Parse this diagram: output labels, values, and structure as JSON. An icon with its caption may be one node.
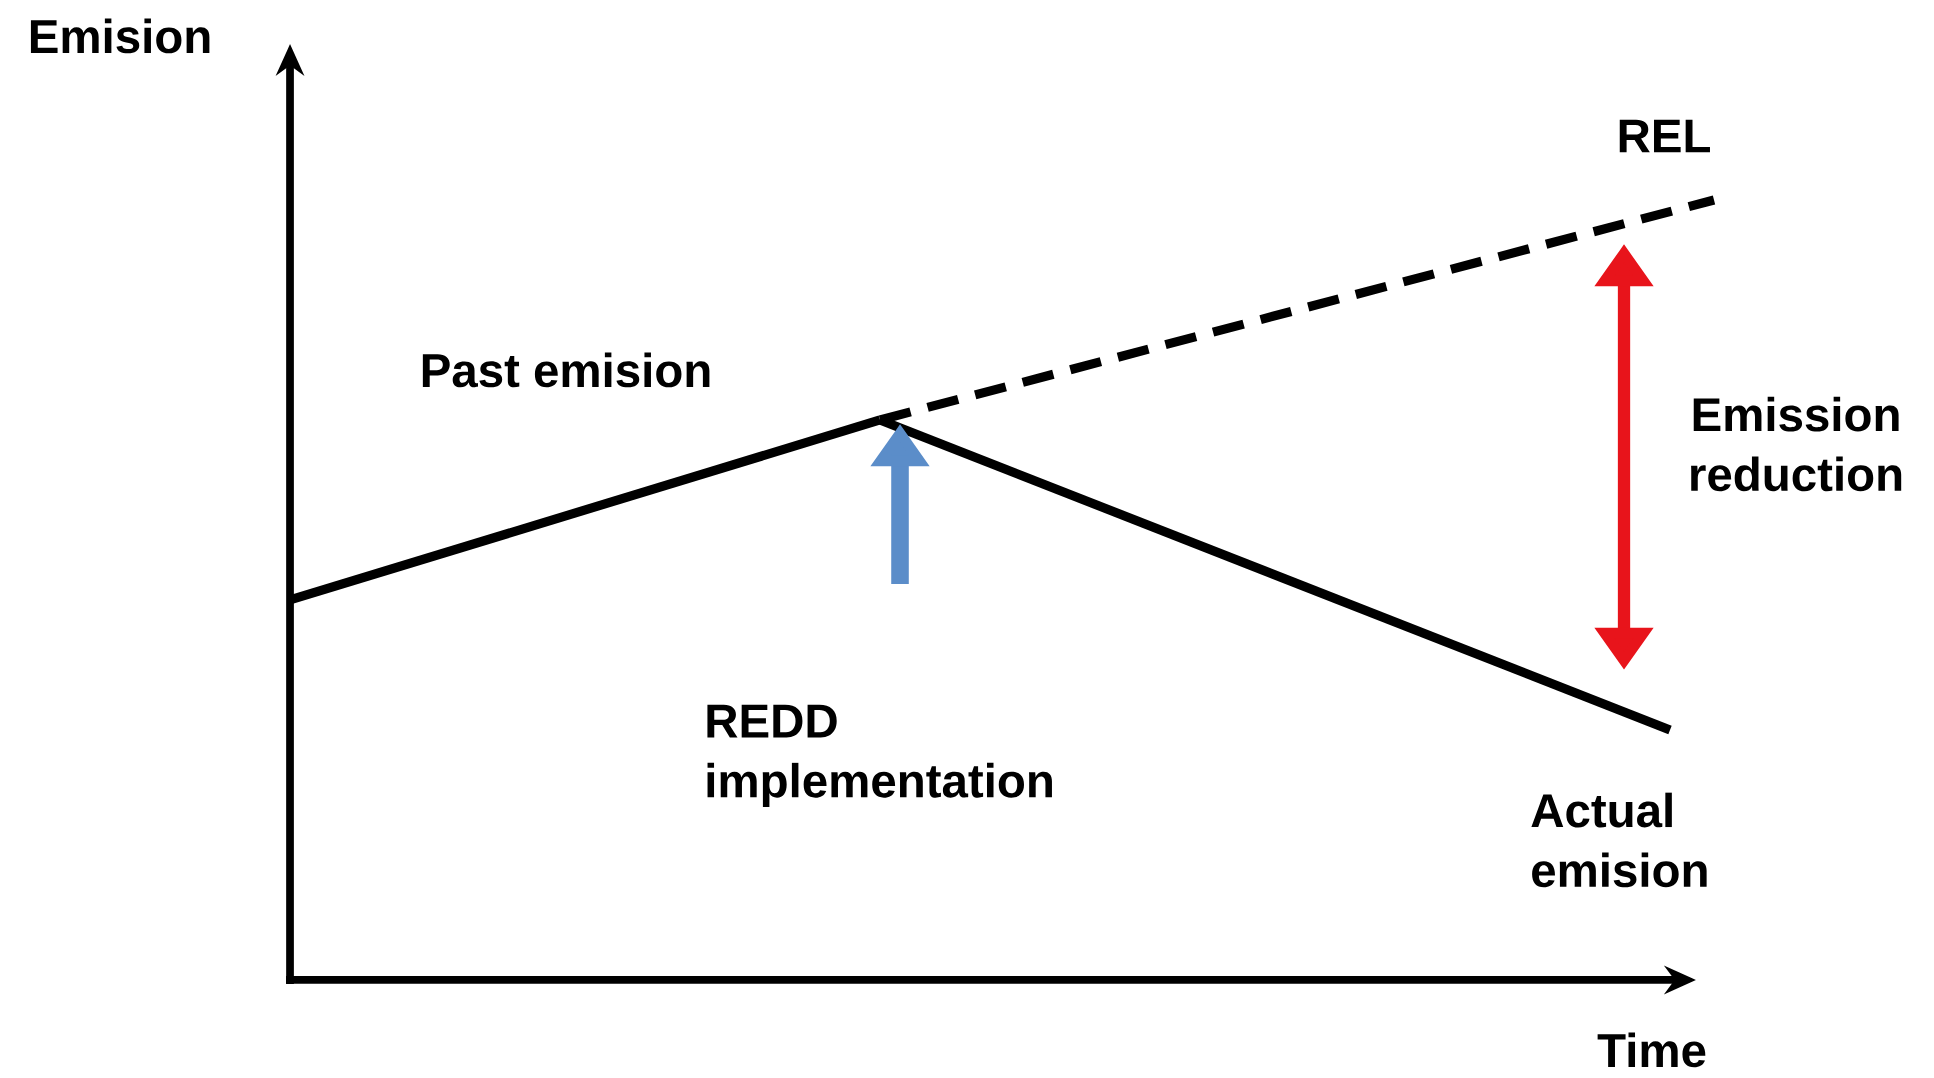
{
  "diagram": {
    "labels": [
      "Emision",
      "REL",
      "Past emision",
      "Emission reduction",
      "REDD implementation",
      "Actual emision",
      "Time"
    ]
  }
}
